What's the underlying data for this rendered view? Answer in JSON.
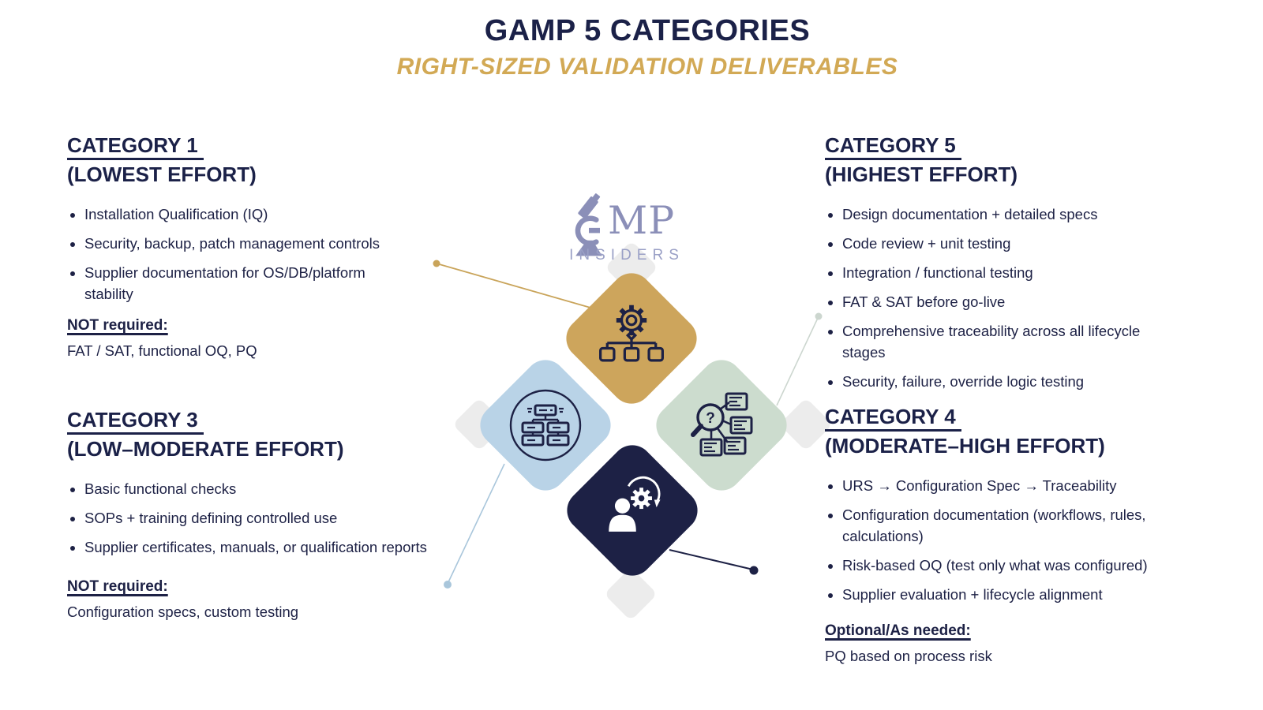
{
  "header": {
    "title": "GAMP 5 CATEGORIES",
    "subtitle": "RIGHT-SIZED VALIDATION DELIVERABLES"
  },
  "logo": {
    "wordmark": "MP",
    "tagline": "INSIDERS"
  },
  "categories": {
    "cat1": {
      "title_line1": "CATEGORY 1",
      "title_line2": "(LOWEST EFFORT)",
      "bullets": [
        "Installation Qualification (IQ)",
        "Security, backup, patch management controls",
        "Supplier documentation for OS/DB/platform stability"
      ],
      "note_label": "NOT required:",
      "note_text": "FAT / SAT, functional OQ, PQ"
    },
    "cat3": {
      "title_line1": "CATEGORY 3",
      "title_line2": "(LOW–MODERATE EFFORT)",
      "bullets": [
        "Basic functional checks",
        "SOPs + training defining controlled use",
        "Supplier certificates, manuals, or qualification reports"
      ],
      "note_label": "NOT required:",
      "note_text": "Configuration specs, custom testing"
    },
    "cat5": {
      "title_line1": "CATEGORY 5",
      "title_line2": "(HIGHEST EFFORT)",
      "bullets": [
        "Design documentation + detailed specs",
        "Code review + unit testing",
        "Integration / functional testing",
        "FAT & SAT before go-live",
        "Comprehensive traceability across all lifecycle stages",
        "Security, failure, override logic testing"
      ]
    },
    "cat4": {
      "title_line1": "CATEGORY 4",
      "title_line2": "(MODERATE–HIGH EFFORT)",
      "bullets": [
        "URS → Configuration Spec → Traceability",
        "Configuration documentation (workflows, rules, calculations)",
        "Risk-based OQ (test only what was configured)",
        "Supplier evaluation + lifecycle alignment"
      ],
      "note_label": "Optional/As needed:",
      "note_text": "PQ based on process risk"
    }
  },
  "diagram": {
    "diamonds": [
      {
        "position": "top",
        "color": "#CDA55C",
        "icon": "gear-hierarchy-icon"
      },
      {
        "position": "left",
        "color": "#B9D3E7",
        "icon": "network-diagram-icon"
      },
      {
        "position": "right",
        "color": "#CCDCCE",
        "icon": "magnifier-documents-icon"
      },
      {
        "position": "bottom",
        "color": "#1D2145",
        "icon": "user-gear-sync-icon"
      }
    ],
    "magnifier_glyph": "?"
  },
  "colors": {
    "navy": "#1d2145",
    "heading": "#1b2148",
    "gold": "#cda55c",
    "gold_line": "#c9a45a",
    "subtitle_gold": "#d2a955",
    "blue": "#b9d3e7",
    "blue_line": "#a9c6db",
    "sage": "#ccdcce",
    "sage_line": "#ccd6cf",
    "gray": "#ececec",
    "logo": "#8b8fb8",
    "logo_light": "#9aa0c6"
  }
}
